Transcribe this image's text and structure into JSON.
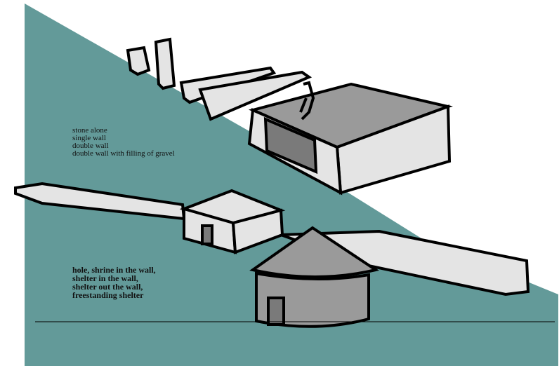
{
  "colors": {
    "background": "#639a99",
    "wall": "#e4e4e4",
    "roof": "#9a9a9a",
    "ink": "#000000"
  },
  "legend_walls": [
    "stone alone",
    "single wall",
    "double wall",
    "double wall with filling of gravel"
  ],
  "legend_shelters": [
    "hole, shrine in the wall,",
    "shelter in the wall,",
    "shelter out the wall,",
    "freestanding shelter"
  ]
}
